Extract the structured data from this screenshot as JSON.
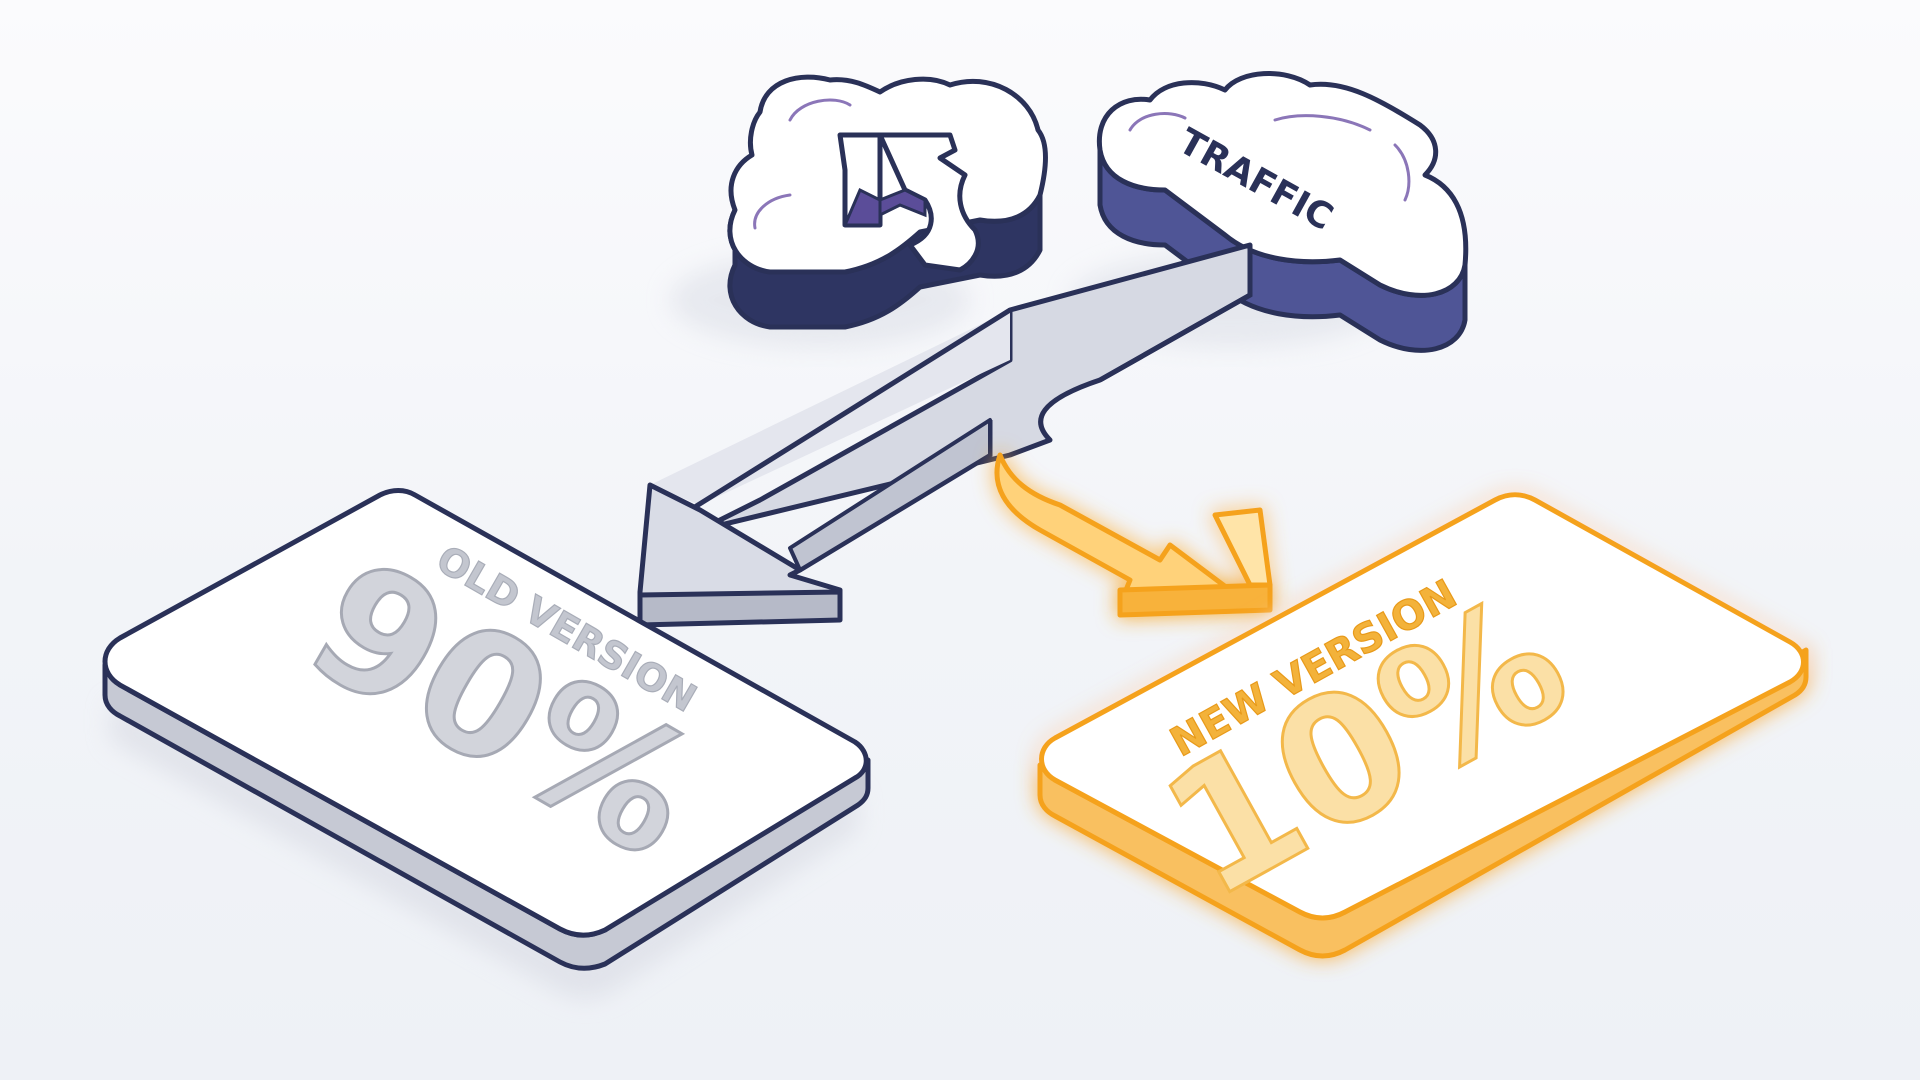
{
  "diagram": {
    "source": {
      "label": "TRAFFIC"
    },
    "old_version": {
      "label": "OLD VERSION",
      "share": "90%",
      "share_value": 90
    },
    "new_version": {
      "label": "NEW VERSION",
      "share": "10%",
      "share_value": 10
    }
  },
  "colors": {
    "navy": "#2a3158",
    "cloud_side": "#4f5596",
    "arrow_grey": "#c8ccd8",
    "card_grey_text": "#b9bcc6",
    "accent_orange": "#f5a21e",
    "orange_text": "#f3b84a"
  },
  "icons": {
    "source": "cloud-icon",
    "split": "split-arrow-icon",
    "redirect": "redirect-arrow-icon"
  }
}
